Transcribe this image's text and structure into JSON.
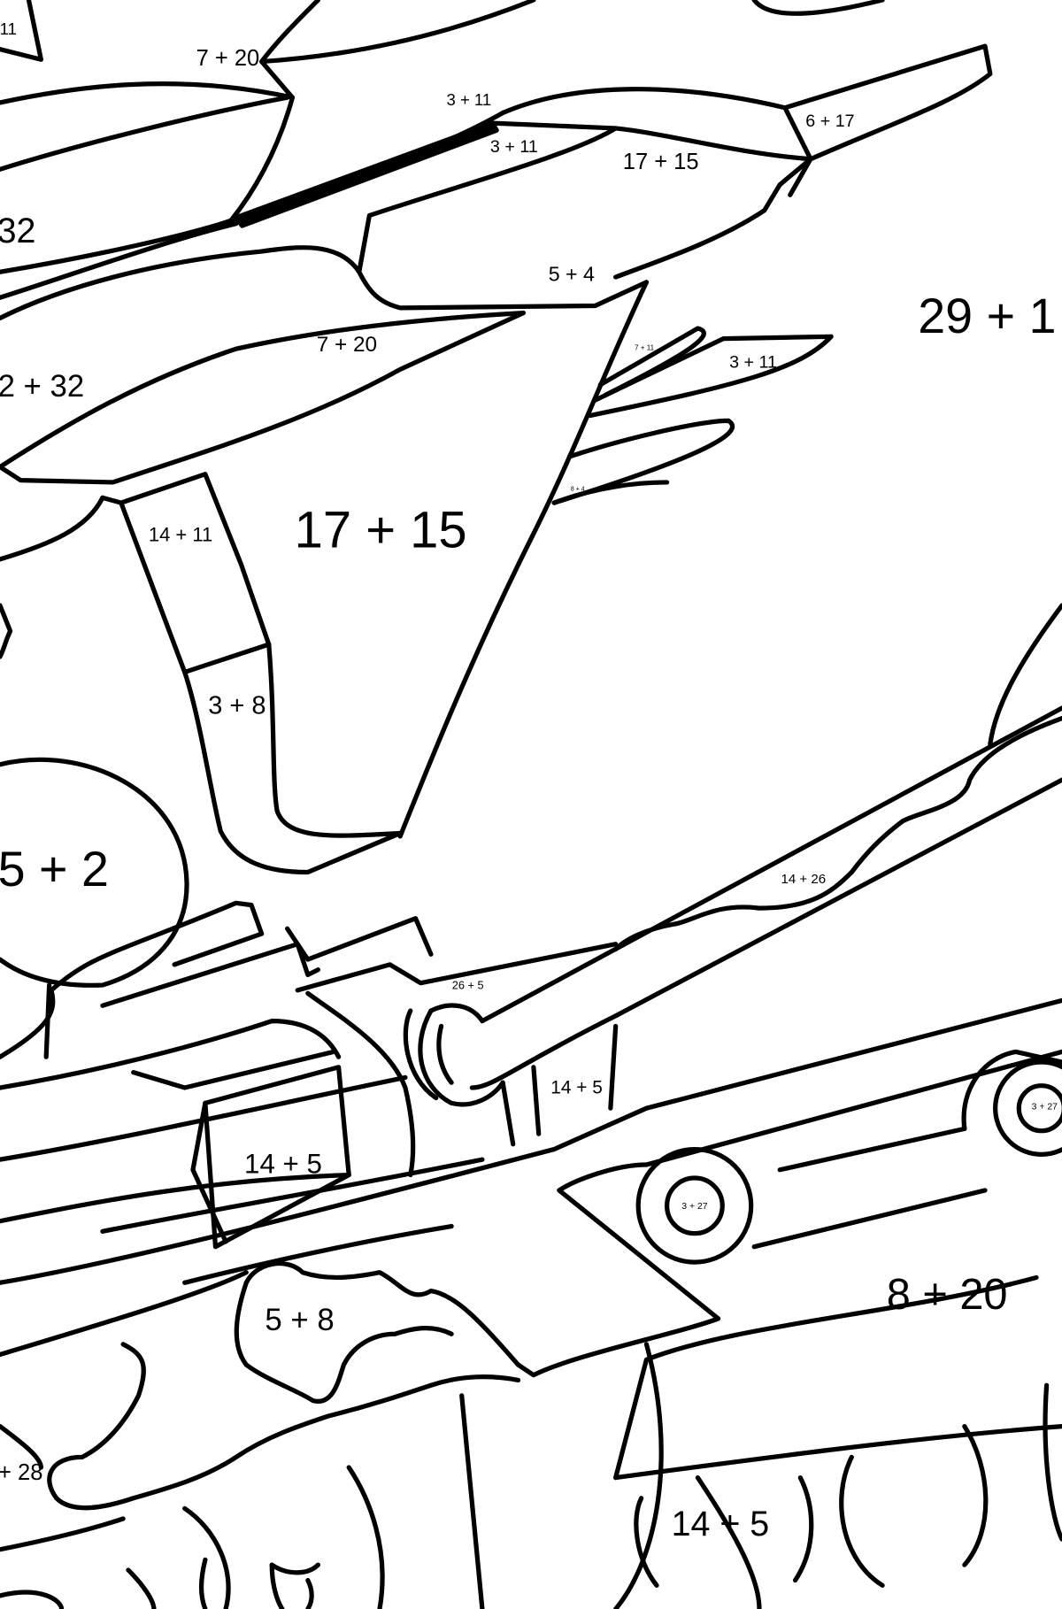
{
  "background_color": "#ffffff",
  "line_color": "#000000",
  "labels": [
    "11",
    "7 + 20",
    "3 + 11",
    "3 + 11",
    "17 + 15",
    "6 + 17",
    "32",
    "5 + 4",
    "29 + 1",
    "2 + 32",
    "7 + 20",
    "7 + 11",
    "3 + 11",
    "8 + 4",
    "14 + 11",
    "17 + 15",
    "3 + 8",
    "5 + 2",
    "14 + 26",
    "26 + 5",
    "14 + 5",
    "3 + 27",
    "14 + 5",
    "3 + 27",
    "8 + 20",
    "5 + 8",
    "+ 28",
    "14 + 5"
  ]
}
